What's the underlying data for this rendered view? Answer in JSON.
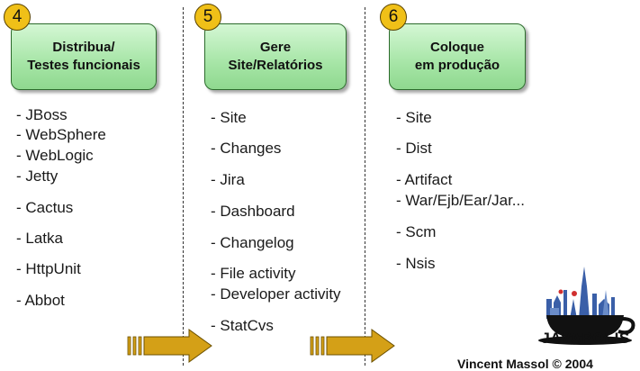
{
  "stages": [
    {
      "number": "4",
      "title_line1": "Distribua/",
      "title_line2": "Testes funcionais",
      "items": [
        "- JBoss",
        "- WebSphere",
        "- WebLogic",
        "- Jetty",
        "- Cactus",
        "- Latka",
        "- HttpUnit",
        "- Abbot"
      ]
    },
    {
      "number": "5",
      "title_line1": "Gere",
      "title_line2": "Site/Relatórios",
      "items": [
        "- Site",
        "- Changes",
        "- Jira",
        "- Dashboard",
        "- Changelog",
        "- File activity",
        "- Developer activity",
        "- StatCvs"
      ]
    },
    {
      "number": "6",
      "title_line1": "Coloque",
      "title_line2": "em produção",
      "items": [
        "- Site",
        "- Dist",
        "- Artifact",
        "- War/Ejb/Ear/Jar...",
        "- Scm",
        "- Nsis"
      ]
    }
  ],
  "logo": {
    "text": "JAVAPOLIS",
    "icon": "coffee-cup-skyline-icon"
  },
  "footer": {
    "text": "Vincent Massol © 2004"
  },
  "colors": {
    "box_fill": "#a6e5a6",
    "badge": "#f0c018",
    "arrow": "#d4a017"
  }
}
